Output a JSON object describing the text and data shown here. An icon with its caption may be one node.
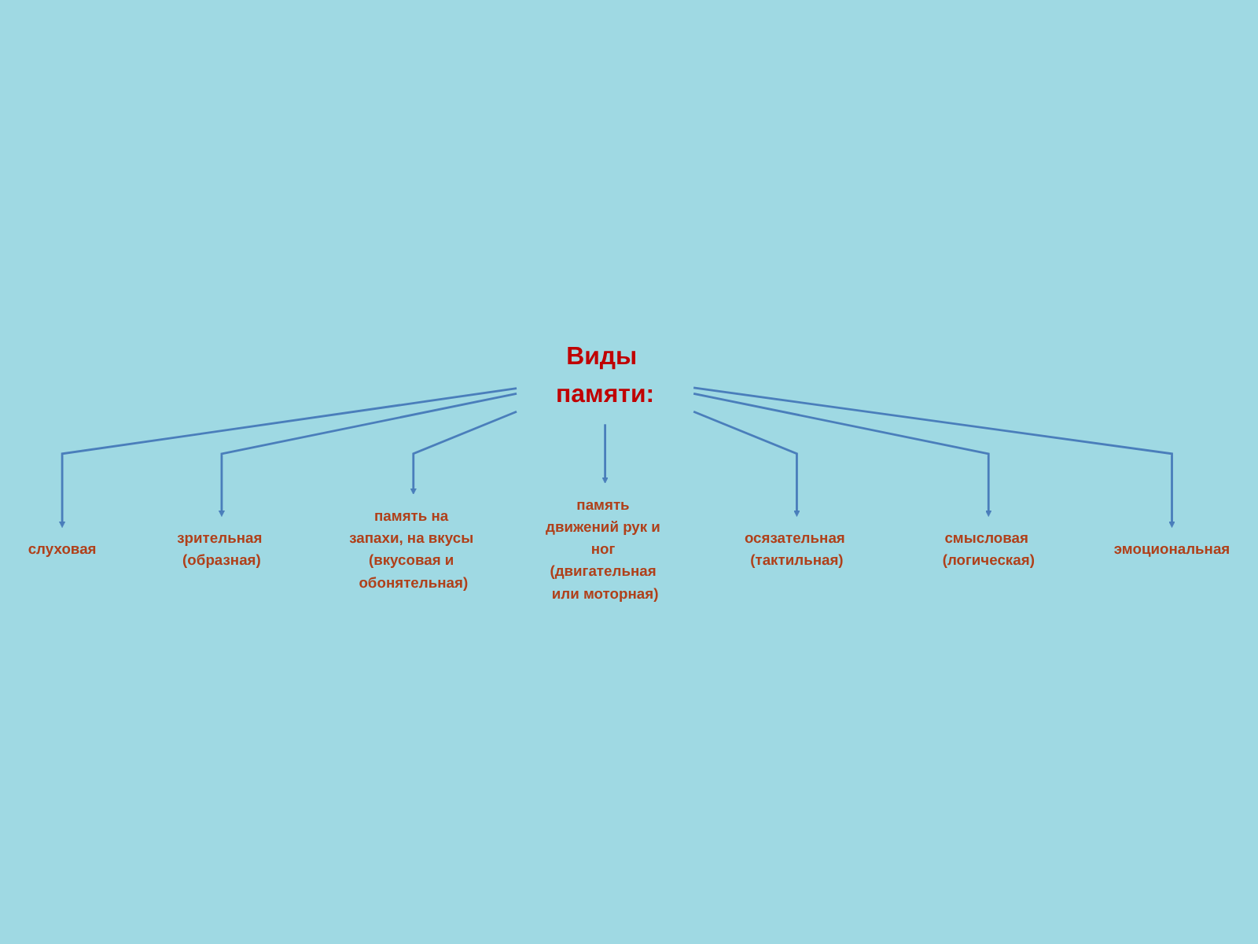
{
  "diagram": {
    "nodes": [
      {
        "text": [
          "Виды памяти:"
        ]
      },
      {
        "text": [
          "слуховая"
        ]
      },
      {
        "text": [
          "эмоциональная"
        ]
      },
      {
        "text": [
          "зрительная (образная)"
        ]
      },
      {
        "text": [
          "смысловая (логическая)"
        ]
      },
      {
        "text": [
          "память на запахи, на вкусы (вкусовая и обонятельная)"
        ]
      },
      {
        "text": [
          "осязательная (тактильная)"
        ]
      },
      {
        "text": [
          "память движений рук и ног (двигательная или моторная)"
        ]
      }
    ],
    "edges": [
      {
        "from": 0,
        "to": 1,
        "arrow": "to"
      },
      {
        "from": 0,
        "to": 3,
        "arrow": "to"
      },
      {
        "from": 0,
        "to": 5,
        "arrow": "to"
      },
      {
        "from": 0,
        "to": 7,
        "arrow": "to"
      },
      {
        "from": 0,
        "to": 6,
        "arrow": "to"
      },
      {
        "from": 0,
        "to": 4,
        "arrow": "to"
      },
      {
        "from": 0,
        "to": 2,
        "arrow": "to"
      }
    ]
  }
}
